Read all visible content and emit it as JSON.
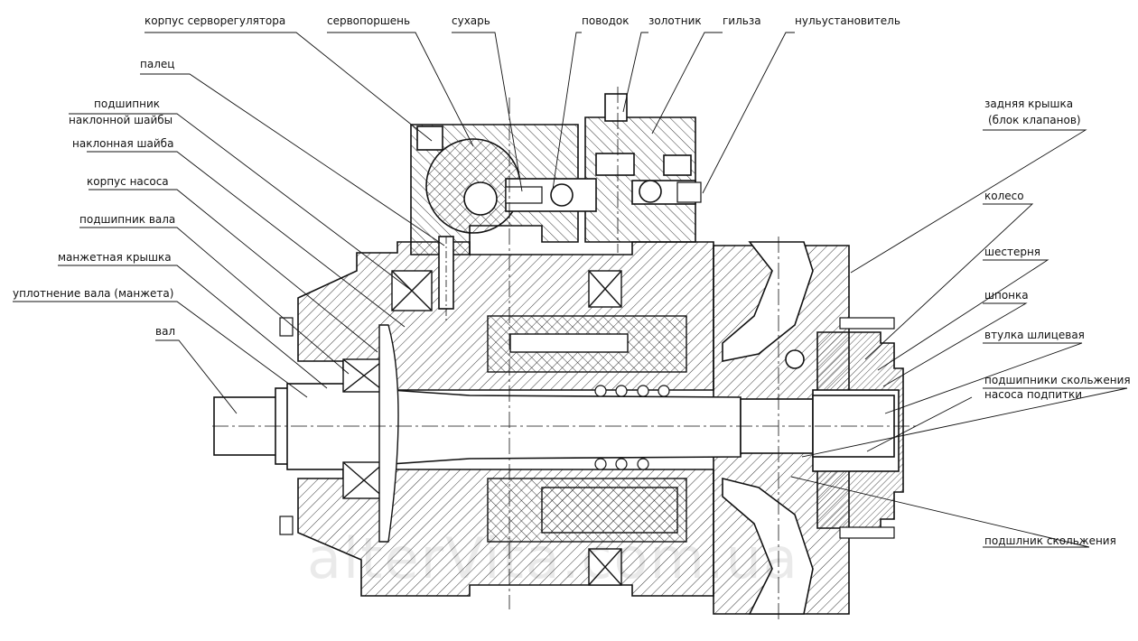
{
  "labels": {
    "korpus_servo": "корпус серворегулятора",
    "servoporshen": "сервопоршень",
    "suhar": "сухарь",
    "povodok": "поводок",
    "zolotnik": "золотник",
    "gilza": "гильза",
    "nulustanovitel": "нульустановитель",
    "palets": "палец",
    "podshipnik_1": "подшипник",
    "podshipnik_2": "наклонной шайбы",
    "naklonnaya_shaiba": "наклонная шайба",
    "korpus_nasosa": "корпус насоса",
    "podshipnik_vala": "подшипник вала",
    "manzhetnaya_kryshka": "манжетная крышка",
    "uplotnenie": "уплотнение вала (манжета)",
    "val": "вал",
    "zadnyaya_1": "задняя крышка",
    "zadnyaya_2": "(блок клапанов)",
    "koleso": "колесо",
    "shesternya": "шестерня",
    "shponka": "шпонка",
    "vtulka": "втулка шлицевая",
    "podshipniki_1": "подшипники скольжения",
    "podshipniki_2": "насоса подпитки",
    "podshipnik_sk": "подшлник скольжения"
  },
  "watermark": "alterVita.com.ua"
}
